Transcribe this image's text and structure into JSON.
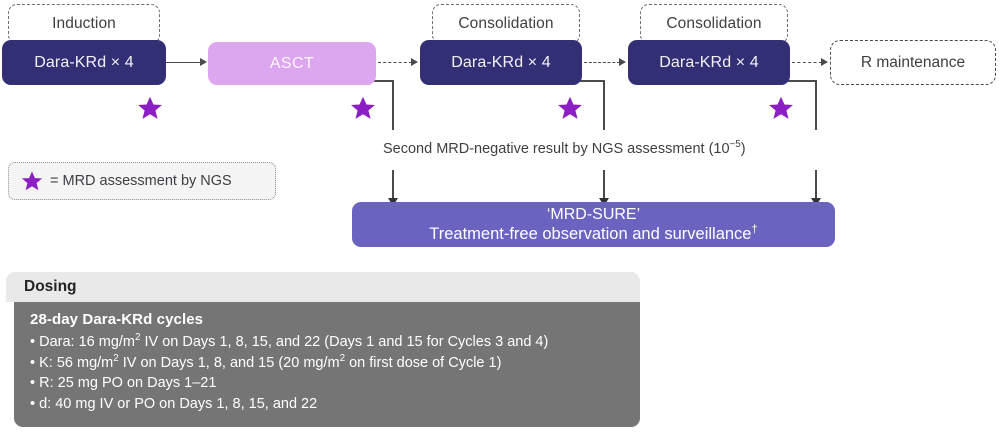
{
  "diagram": {
    "phases": [
      {
        "label": "Induction",
        "box": "Dara-KRd × 4"
      },
      {
        "label": "Consolidation",
        "box": "Dara-KRd × 4"
      },
      {
        "label": "Consolidation",
        "box": "Dara-KRd × 4"
      }
    ],
    "asct": {
      "label": "ASCT"
    },
    "maintenance": {
      "label": "R maintenance"
    },
    "legend": {
      "symbol": "★",
      "text": "= MRD assessment by NGS"
    },
    "mrd_note": {
      "text": "Second MRD-negative result by NGS assessment (10",
      "sup": "−5",
      "tail": ")"
    },
    "mrd_sure": {
      "line1": "‘MRD-SURE’",
      "line2": "Treatment-free observation and surveillance",
      "dagger": "†"
    }
  },
  "dosing": {
    "header": "Dosing",
    "title": "28-day Dara-KRd cycles",
    "items": [
      {
        "pre": "• Dara: 16 mg/m",
        "sup": "2",
        "post": " IV on Days 1, 8, 15, and 22 (Days 1 and 15 for Cycles 3 and 4)"
      },
      {
        "pre": "• K: 56 mg/m",
        "sup": "2",
        "post": " IV on Days 1, 8, and 15 (20 mg/m",
        "sup2": "2",
        "post2": " on first dose of Cycle 1)"
      },
      {
        "pre": "• R: 25 mg PO on Days 1–21",
        "sup": "",
        "post": ""
      },
      {
        "pre": "• d: 40 mg IV or PO on Days 1, 8, 15, and 22",
        "sup": "",
        "post": ""
      }
    ]
  },
  "colors": {
    "treatment_box": "#332f74",
    "asct_box": "#dda7ef",
    "mrd_sure_box": "#6a63c0",
    "star": "#8b1fc4",
    "dosing_header": "#e9e9e9",
    "dosing_body": "#757575",
    "connector": "#4a4a4f"
  }
}
